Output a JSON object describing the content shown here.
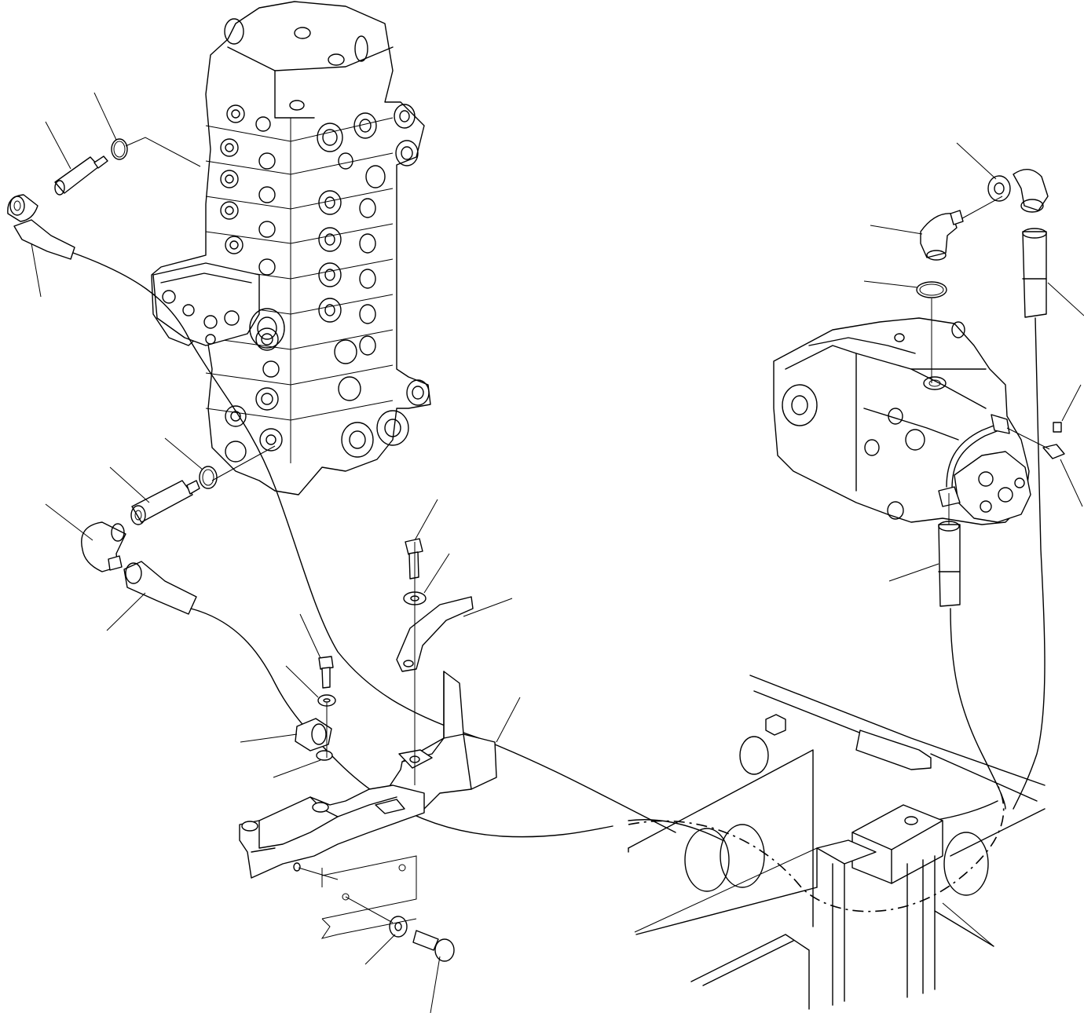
{
  "diagram": {
    "type": "exploded parts diagram",
    "components": [
      {
        "name": "control-valve",
        "label": ""
      },
      {
        "name": "hydraulic-pump",
        "label": ""
      },
      {
        "name": "mounting-bracket",
        "label": ""
      },
      {
        "name": "frame",
        "label": ""
      }
    ],
    "callout_count": 26
  }
}
